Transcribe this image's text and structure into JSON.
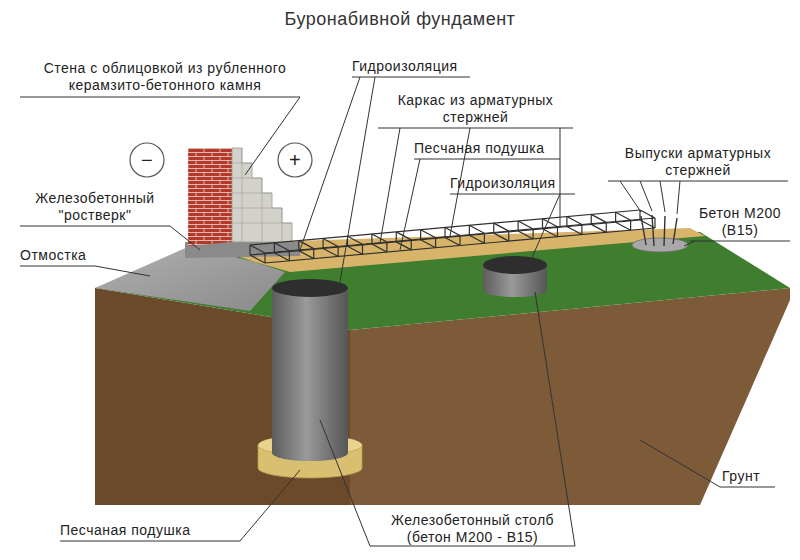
{
  "diagram": {
    "title": "Буронабивной фундамент",
    "labels": [
      "Стена с облицовкой из рубленного керамзито-бетонного камня",
      "Гидроизоляция",
      "Каркас из арматурных стержней",
      "Песчаная подушка",
      "Выпуски арматурных стержней",
      "−",
      "+",
      "Гидроизоляция",
      "Железобетонный \"ростверк\"",
      "Бетон М200 (В15)",
      "Отмостка",
      "Грунт",
      "Песчаная подушка",
      "Железобетонный столб (бетон М200 - В15)"
    ]
  }
}
